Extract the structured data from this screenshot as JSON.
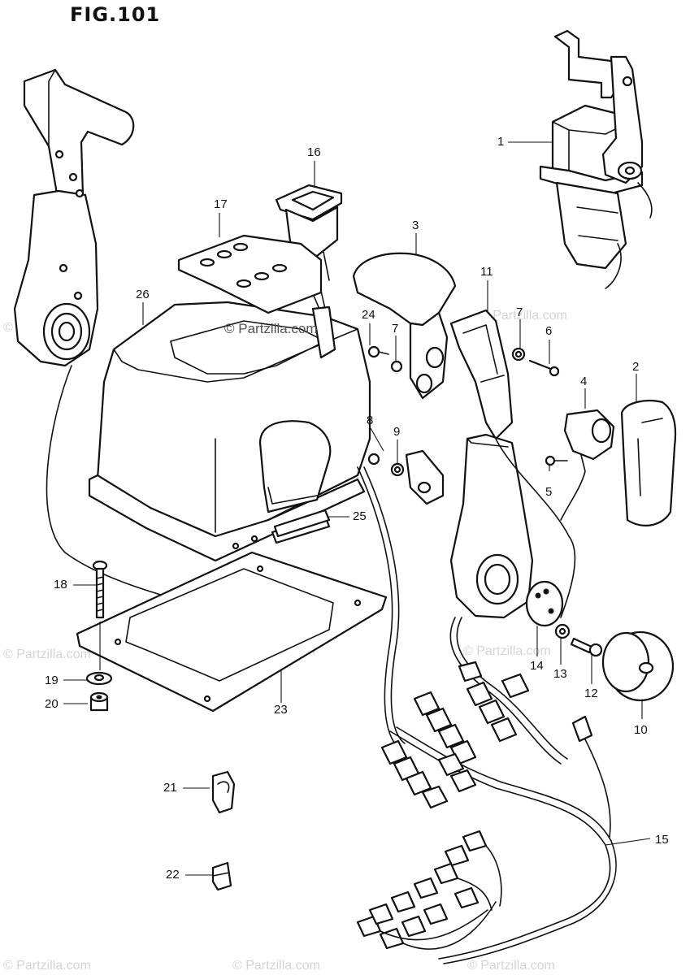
{
  "figure": {
    "title": "FIG.101"
  },
  "watermarks": {
    "center": "© Partzilla.com",
    "faint": "© Partzilla.com"
  },
  "callouts": [
    {
      "id": "1",
      "label": "1"
    },
    {
      "id": "2",
      "label": "2"
    },
    {
      "id": "3",
      "label": "3"
    },
    {
      "id": "4",
      "label": "4"
    },
    {
      "id": "5",
      "label": "5"
    },
    {
      "id": "6",
      "label": "6"
    },
    {
      "id": "7a",
      "label": "7"
    },
    {
      "id": "7b",
      "label": "7"
    },
    {
      "id": "8",
      "label": "8"
    },
    {
      "id": "9",
      "label": "9"
    },
    {
      "id": "10",
      "label": "10"
    },
    {
      "id": "11",
      "label": "11"
    },
    {
      "id": "12",
      "label": "12"
    },
    {
      "id": "13",
      "label": "13"
    },
    {
      "id": "14",
      "label": "14"
    },
    {
      "id": "15",
      "label": "15"
    },
    {
      "id": "16",
      "label": "16"
    },
    {
      "id": "17",
      "label": "17"
    },
    {
      "id": "18",
      "label": "18"
    },
    {
      "id": "19",
      "label": "19"
    },
    {
      "id": "20",
      "label": "20"
    },
    {
      "id": "21",
      "label": "21"
    },
    {
      "id": "22",
      "label": "22"
    },
    {
      "id": "23",
      "label": "23"
    },
    {
      "id": "24",
      "label": "24"
    },
    {
      "id": "25",
      "label": "25"
    },
    {
      "id": "26",
      "label": "26"
    }
  ]
}
